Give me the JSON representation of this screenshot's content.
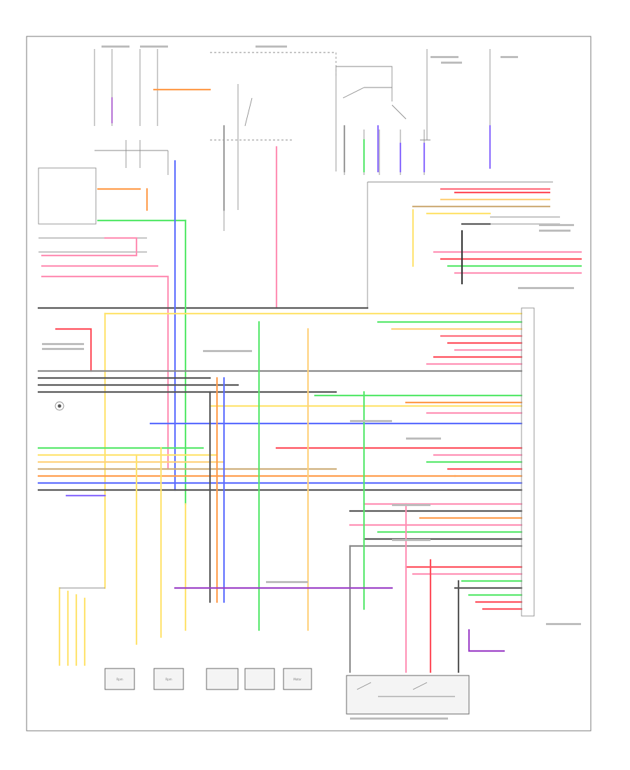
{
  "diagram": {
    "colors": {
      "red": "#ff4d5a",
      "pink": "#ff8fb4",
      "orange": "#ff9b4a",
      "yellow": "#ffe36e",
      "green": "#55e86a",
      "blue": "#5b6cff",
      "violet": "#9b3fc7",
      "tan": "#d9b77a",
      "gray": "#8c8c8c",
      "black": "#333333"
    },
    "components": [
      {
        "shape": "box",
        "label": "Rpm"
      },
      {
        "shape": "box",
        "label": "Rpm"
      },
      {
        "shape": "box",
        "label": ""
      },
      {
        "shape": "box",
        "label": ""
      },
      {
        "shape": "box",
        "label": "Motor"
      },
      {
        "shape": "box",
        "label": ""
      }
    ]
  }
}
